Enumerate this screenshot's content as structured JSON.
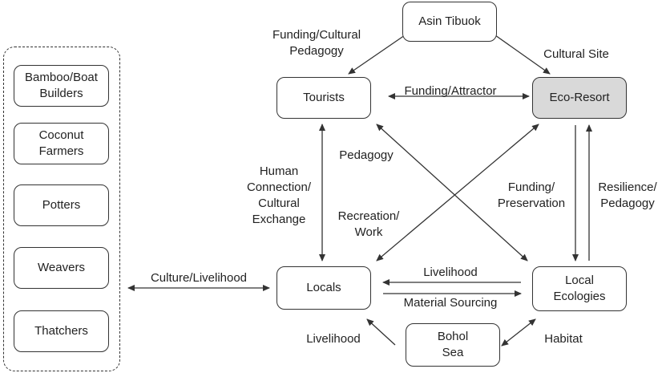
{
  "nodes": {
    "asin_tibuok": "Asin Tibuok",
    "tourists": "Tourists",
    "eco_resort": "Eco-Resort",
    "locals": "Locals",
    "local_ecologies": "Local\nEcologies",
    "bohol_sea": "Bohol\nSea"
  },
  "colors": {
    "shaded_node": "#d9d9d9",
    "line": "#333333"
  },
  "group_members": [
    "Bamboo/Boat\nBuilders",
    "Coconut\nFarmers",
    "Potters",
    "Weavers",
    "Thatchers"
  ],
  "edge_labels": {
    "funding_cultural_pedagogy": "Funding/Cultural\nPedagogy",
    "cultural_site": "Cultural Site",
    "funding_attractor": "Funding/Attractor",
    "pedagogy": "Pedagogy",
    "human_connection": "Human\nConnection/\nCultural\nExchange",
    "recreation_work": "Recreation/\nWork",
    "funding_preservation": "Funding/\nPreservation",
    "resilience_pedagogy": "Resilience/\nPedagogy",
    "culture_livelihood": "Culture/Livelihood",
    "livelihood_top": "Livelihood",
    "material_sourcing": "Material Sourcing",
    "livelihood_bottom": "Livelihood",
    "habitat": "Habitat"
  }
}
